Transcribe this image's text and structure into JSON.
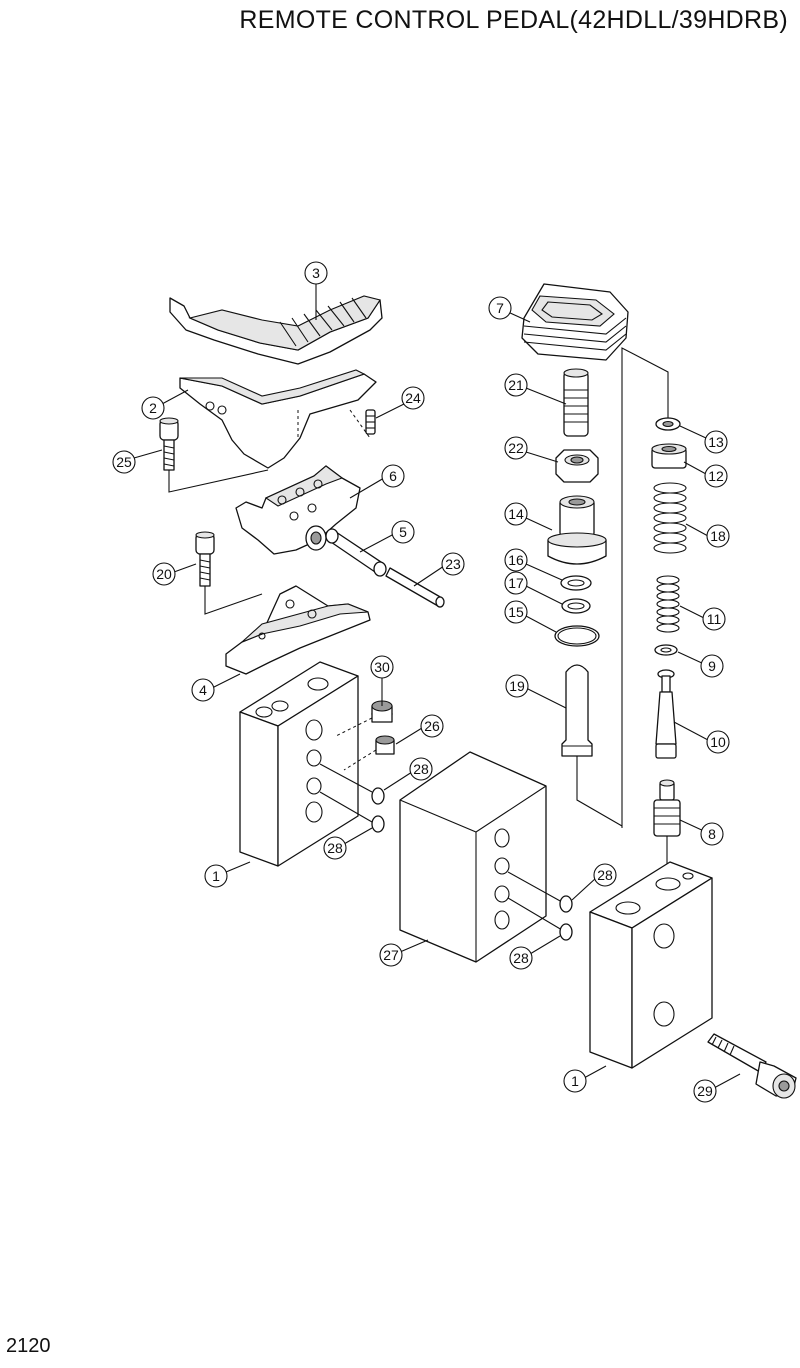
{
  "header": {
    "title": "REMOTE CONTROL PEDAL(42HDLL/39HDRB)"
  },
  "footer": {
    "page_number": "2120"
  },
  "callouts": [
    {
      "id": "c3",
      "label": "3"
    },
    {
      "id": "c7",
      "label": "7"
    },
    {
      "id": "c21",
      "label": "21"
    },
    {
      "id": "c2",
      "label": "2"
    },
    {
      "id": "c24",
      "label": "24"
    },
    {
      "id": "c13",
      "label": "13"
    },
    {
      "id": "c25",
      "label": "25"
    },
    {
      "id": "c22",
      "label": "22"
    },
    {
      "id": "c12",
      "label": "12"
    },
    {
      "id": "c6",
      "label": "6"
    },
    {
      "id": "c14",
      "label": "14"
    },
    {
      "id": "c18",
      "label": "18"
    },
    {
      "id": "c5",
      "label": "5"
    },
    {
      "id": "c16",
      "label": "16"
    },
    {
      "id": "c20",
      "label": "20"
    },
    {
      "id": "c23",
      "label": "23"
    },
    {
      "id": "c17",
      "label": "17"
    },
    {
      "id": "c11",
      "label": "11"
    },
    {
      "id": "c15",
      "label": "15"
    },
    {
      "id": "c9",
      "label": "9"
    },
    {
      "id": "c30",
      "label": "30"
    },
    {
      "id": "c4",
      "label": "4"
    },
    {
      "id": "c19",
      "label": "19"
    },
    {
      "id": "c26",
      "label": "26"
    },
    {
      "id": "c10",
      "label": "10"
    },
    {
      "id": "c28a",
      "label": "28"
    },
    {
      "id": "c8",
      "label": "8"
    },
    {
      "id": "c28b",
      "label": "28"
    },
    {
      "id": "c1a",
      "label": "1"
    },
    {
      "id": "c28c",
      "label": "28"
    },
    {
      "id": "c27",
      "label": "27"
    },
    {
      "id": "c28d",
      "label": "28"
    },
    {
      "id": "c1b",
      "label": "1"
    },
    {
      "id": "c29",
      "label": "29"
    }
  ]
}
